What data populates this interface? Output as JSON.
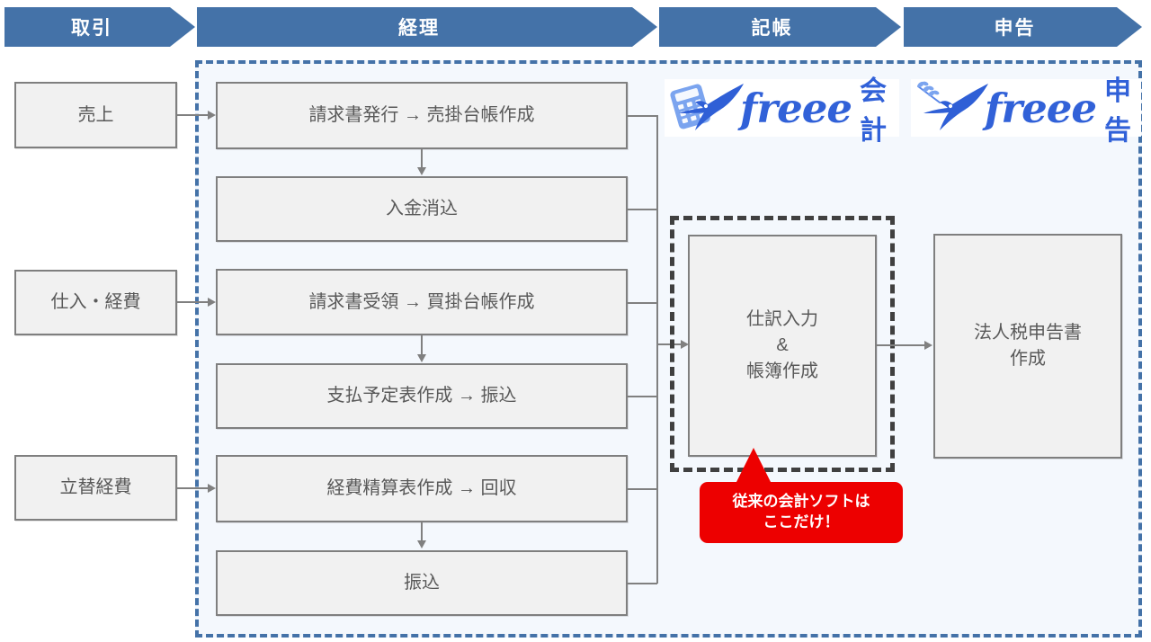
{
  "header": {
    "phases": [
      {
        "label": "取引",
        "name": "phase-torihiki"
      },
      {
        "label": "経理",
        "name": "phase-keiri"
      },
      {
        "label": "記帳",
        "name": "phase-kichou"
      },
      {
        "label": "申告",
        "name": "phase-shinkoku"
      }
    ]
  },
  "colors": {
    "phase_blue": "#4472a8",
    "region_fill": "#f4f8fd",
    "box_fill": "#f1f1f1",
    "box_border": "#7f7f7f",
    "callout_red": "#ed0000",
    "dash_dark": "#404040",
    "freee_blue": "#3161d8"
  },
  "transactions": {
    "items": [
      {
        "label": "売上",
        "name": "transaction-uriage"
      },
      {
        "label": "仕入・経費",
        "name": "transaction-shiire-keihi"
      },
      {
        "label": "立替経費",
        "name": "transaction-tatekae-keihi"
      }
    ]
  },
  "accounting": {
    "steps": [
      {
        "label": "請求書発行 → 売掛台帳作成",
        "name": "step-invoice-issue-ar-ledger"
      },
      {
        "label": "入金消込",
        "name": "step-payment-reconciliation"
      },
      {
        "label": "請求書受領 → 買掛台帳作成",
        "name": "step-invoice-receive-ap-ledger"
      },
      {
        "label": "支払予定表作成 → 振込",
        "name": "step-payment-schedule-transfer"
      },
      {
        "label": "経費精算表作成 → 回収",
        "name": "step-expense-report-collection"
      },
      {
        "label": "振込",
        "name": "step-transfer"
      }
    ]
  },
  "bookkeeping": {
    "box_lines": [
      "仕訳入力",
      "&",
      "帳簿作成"
    ],
    "box_name": "bookkeeping-journal-entry-box"
  },
  "filing": {
    "box_lines": [
      "法人税申告書",
      "作成"
    ],
    "box_name": "filing-corporate-tax-return-box"
  },
  "callout": {
    "lines": [
      "従来の会計ソフトは",
      "ここだけ！"
    ]
  },
  "logos": [
    {
      "wordmark": "freee",
      "suffix": "会計",
      "icon": "calculator-swallow-icon",
      "name": "freee-kaikei-logo"
    },
    {
      "wordmark": "freee",
      "suffix": "申告",
      "icon": "olive-branch-swallow-icon",
      "name": "freee-shinkoku-logo"
    }
  ]
}
